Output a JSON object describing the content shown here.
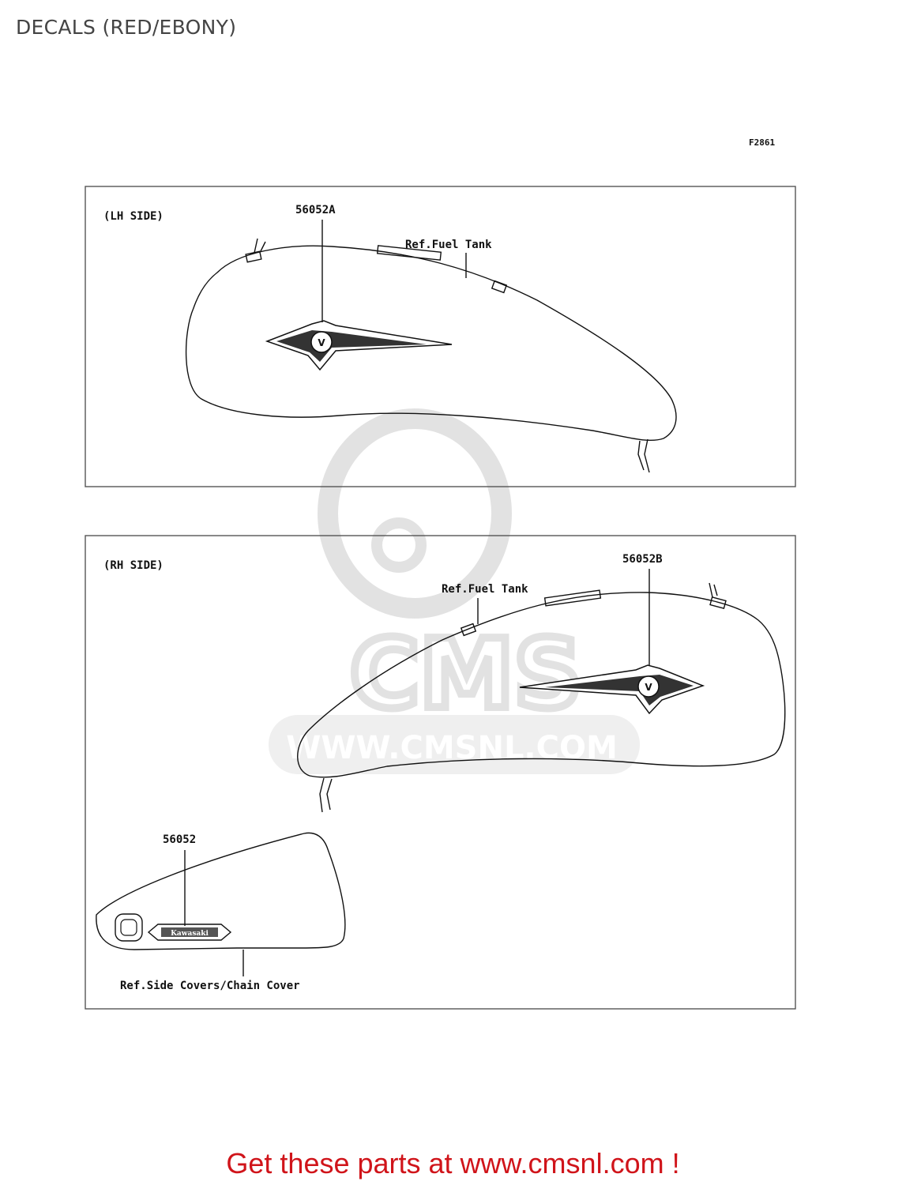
{
  "page": {
    "title": "DECALS (RED/EBONY)",
    "figure_code": "F2861",
    "footer_cta": "Get these parts at www.cmsnl.com !"
  },
  "watermark": {
    "text": "CMS",
    "url": "WWW.CMSNL.COM"
  },
  "panels": {
    "lh": {
      "side_label": "(LH SIDE)",
      "callouts": {
        "decal_part": "56052A",
        "ref_label": "Ref.Fuel Tank"
      }
    },
    "rh": {
      "side_label": "(RH SIDE)",
      "callouts": {
        "decal_part": "56052B",
        "ref_label": "Ref.Fuel Tank",
        "side_cover_part": "56052",
        "side_cover_ref": "Ref.Side Covers/Chain Cover",
        "emblem_text": "Kawasaki"
      }
    }
  },
  "colors": {
    "footer": "#d0141a",
    "line": "#111111",
    "watermark": "#e2e2e2"
  }
}
